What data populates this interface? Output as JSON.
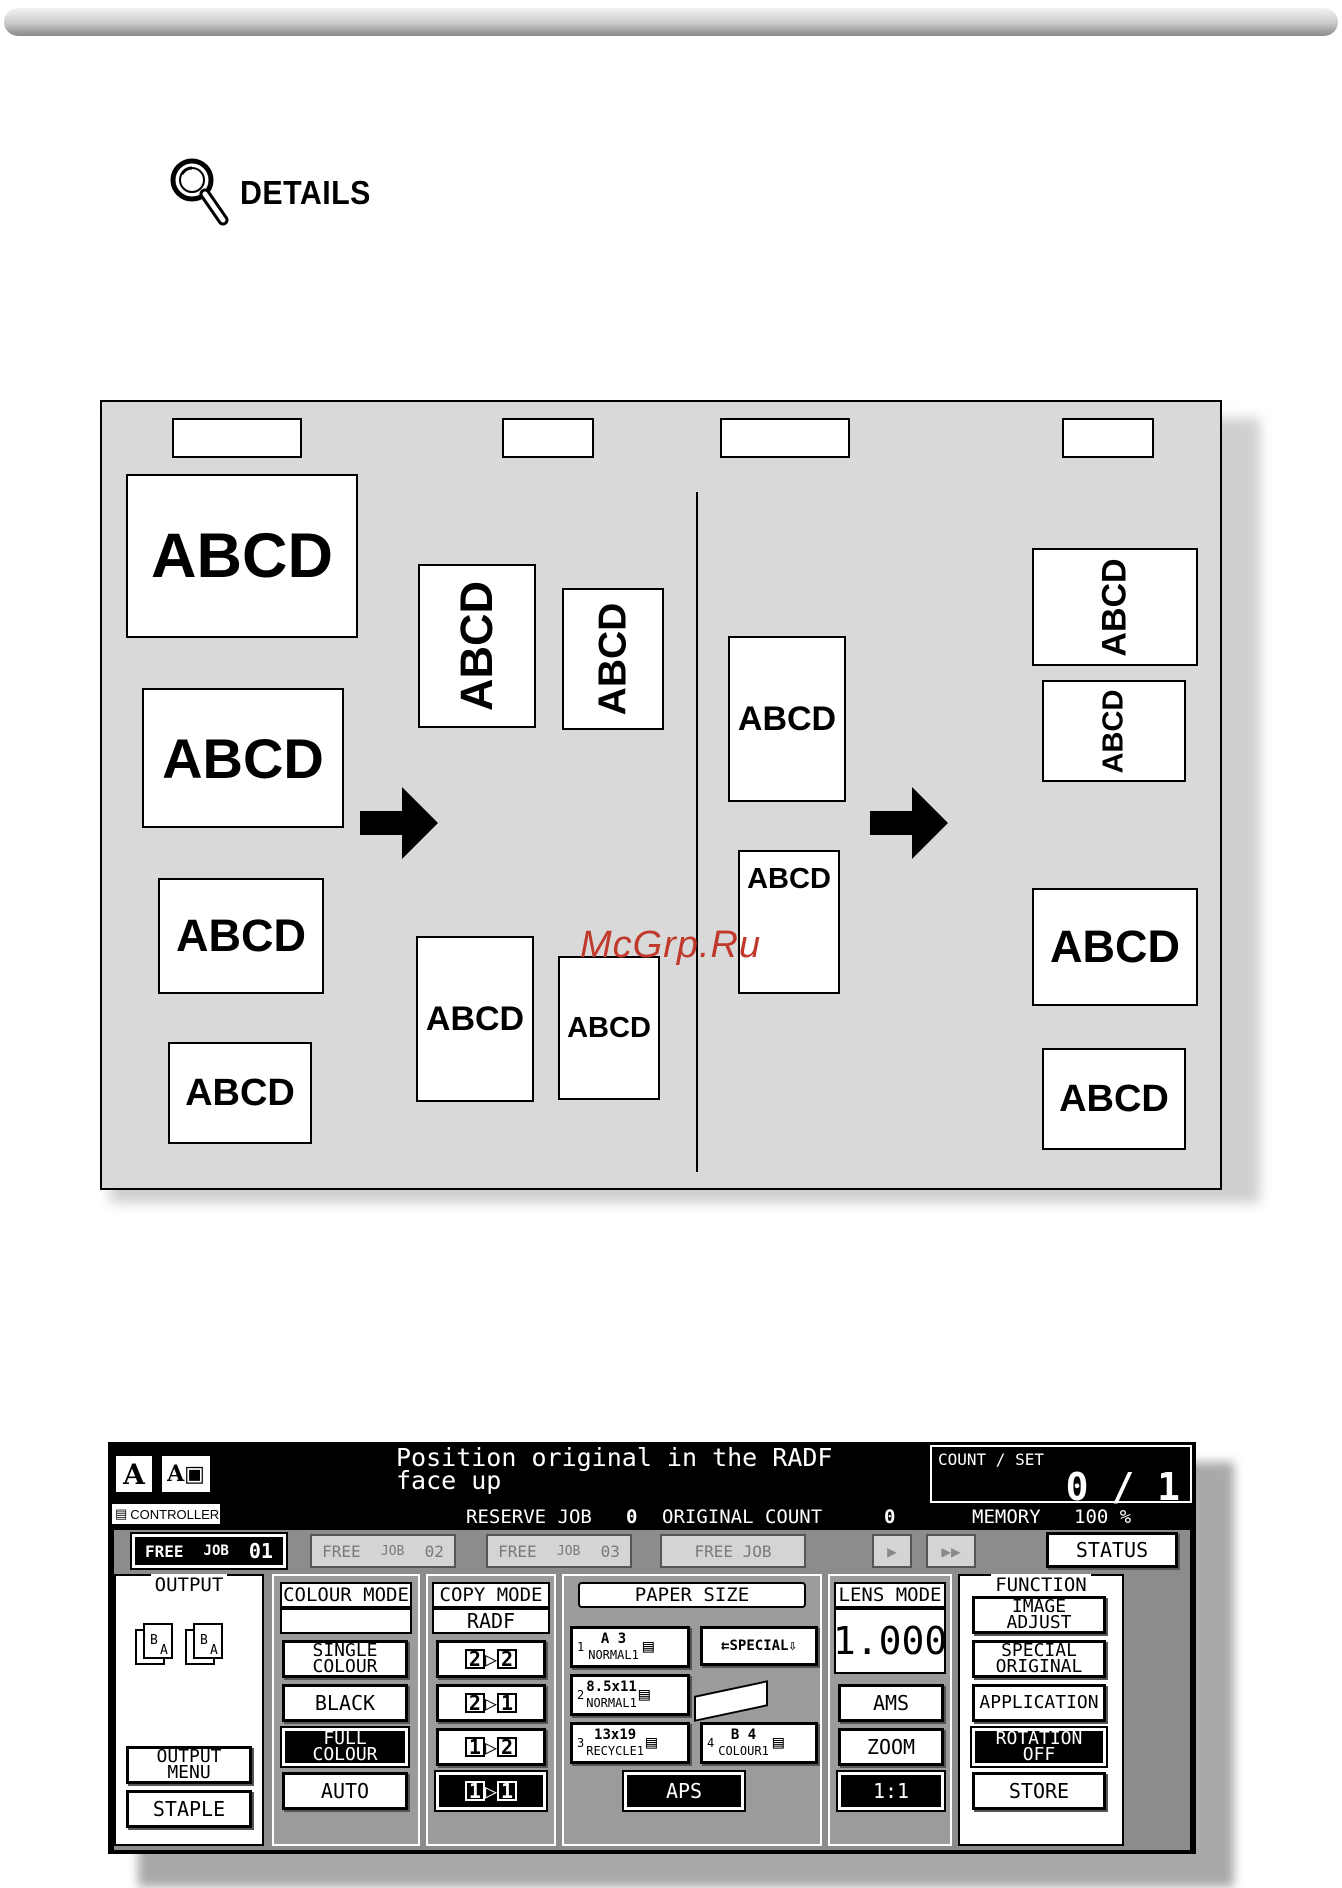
{
  "details": {
    "label": "DETAILS",
    "icon": "magnifier-icon"
  },
  "illustration": {
    "left_originals": [
      "ABCD",
      "ABCD",
      "ABCD",
      "ABCD"
    ],
    "left_output_rotated": [
      "ABCD",
      "ABCD"
    ],
    "left_output_upright": [
      "ABCD",
      "ABCD"
    ],
    "right_originals": [
      "ABCD",
      "ABCD"
    ],
    "right_output_rotated": [
      "ABCD",
      "ABCD"
    ],
    "right_output_upright": [
      "ABCD",
      "ABCD"
    ]
  },
  "watermark": "McGrp.Ru",
  "panel": {
    "message_line1": "Position original in the RADF",
    "message_line2": "face up",
    "count_label": "COUNT / SET",
    "count_value": "0 / 1",
    "controller_label": "CONTROLLER",
    "reserve_job_label": "RESERVE JOB",
    "reserve_job_value": "0",
    "original_count_label": "ORIGINAL COUNT",
    "original_count_value": "0",
    "memory_label": "MEMORY",
    "memory_value": "100 %",
    "tabs": {
      "job1": {
        "free": "FREE",
        "job": "JOB",
        "num": "01"
      },
      "job2": {
        "free": "FREE",
        "job": "JOB",
        "num": "02"
      },
      "job3": {
        "free": "FREE",
        "job": "JOB",
        "num": "03"
      },
      "job4": {
        "label": "FREE JOB"
      },
      "status": "STATUS"
    },
    "output": {
      "title": "OUTPUT",
      "menu": "OUTPUT\nMENU",
      "staple": "STAPLE"
    },
    "colour_mode": {
      "title": "COLOUR MODE",
      "single": "SINGLE\nCOLOUR",
      "black": "BLACK",
      "full": "FULL\nCOLOUR",
      "auto": "AUTO"
    },
    "copy_mode": {
      "title": "COPY MODE",
      "sub": "RADF",
      "m1a": "2",
      "m1b": "2",
      "m2a": "2",
      "m2b": "1",
      "m3a": "1",
      "m3b": "2",
      "m4a": "1",
      "m4b": "1"
    },
    "paper_size": {
      "title": "PAPER SIZE",
      "tray1": {
        "num": "1",
        "size": "A 3",
        "type": "NORMAL1"
      },
      "tray2": {
        "num": "2",
        "size": "8.5x11",
        "type": "NORMAL1"
      },
      "tray3": {
        "num": "3",
        "size": "13x19",
        "type": "RECYCLE1"
      },
      "tray4": {
        "num": "4",
        "size": "B 4",
        "type": "COLOUR1"
      },
      "special": "SPECIAL",
      "aps": "APS"
    },
    "lens_mode": {
      "title": "LENS MODE",
      "value": "1.000",
      "ams": "AMS",
      "zoom": "ZOOM",
      "one_to_one": "1:1"
    },
    "function": {
      "title": "FUNCTION",
      "image_adjust": "IMAGE\nADJUST",
      "special_original": "SPECIAL\nORIGINAL",
      "application": "APPLICATION",
      "rotation_off": "ROTATION\nOFF",
      "store": "STORE"
    }
  }
}
